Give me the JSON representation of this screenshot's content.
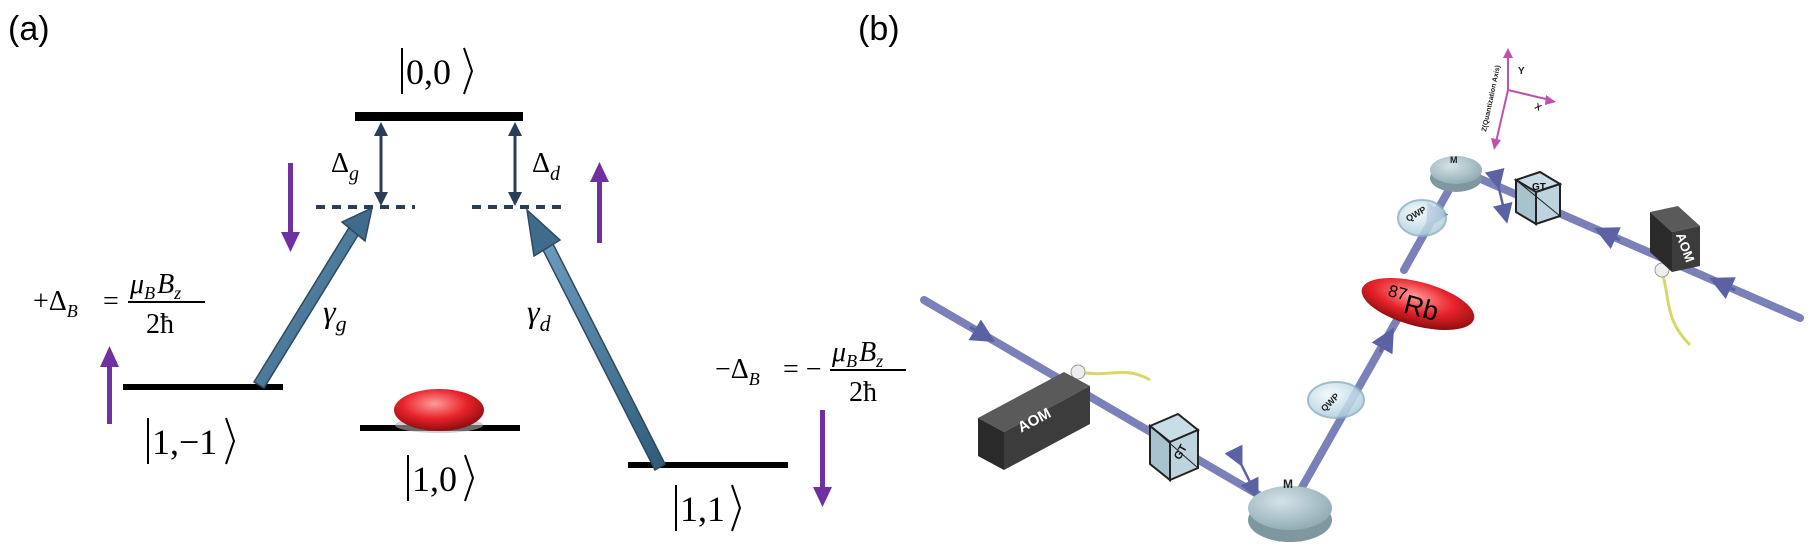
{
  "panel_a": {
    "label": "(a)",
    "states": {
      "top": "0,0",
      "left": "1,−1",
      "middle": "1,0",
      "right": "1,1"
    },
    "detunings": {
      "g_symbol": "Δ",
      "g_sub": "g",
      "d_symbol": "Δ",
      "d_sub": "d"
    },
    "rates": {
      "g_symbol": "γ",
      "g_sub": "g",
      "d_symbol": "γ",
      "d_sub": "d"
    },
    "zeeman_left": {
      "lhs": "+Δ",
      "lhs_sub": "B",
      "eq": "=",
      "num_mu": "μ",
      "num_mu_sub": "B",
      "num_B": "B",
      "num_B_sub": "z",
      "den": "2ħ"
    },
    "zeeman_right": {
      "lhs": "−Δ",
      "lhs_sub": "B",
      "eq": "= −",
      "num_mu": "μ",
      "num_mu_sub": "B",
      "num_B": "B",
      "num_B_sub": "z",
      "den": "2ħ"
    },
    "colors": {
      "level": "#000000",
      "arrow_blue": "#3f6b8c",
      "arrow_dark": "#2c3e55",
      "purple": "#7030a0",
      "atom": "#e8232a"
    }
  },
  "panel_b": {
    "label": "(b)",
    "aom_left": "AOM",
    "aom_right": "AOM",
    "gt_left": "GT",
    "gt_right": "GT",
    "qwp_lower": "QWP",
    "qwp_upper": "QWP",
    "mirror_lower": "M",
    "mirror_upper": "M",
    "atom_mass": "87",
    "atom_element": "Rb",
    "axis_y": "Y",
    "axis_x": "X",
    "axis_z": "Z(Quantization Axis)",
    "colors": {
      "beam": "#7b80b8",
      "box": "#3a3a3a",
      "glass": "#b9d6e4",
      "axes": "#c050b0",
      "atom": "#e8232a",
      "fiber": "#d8d86a"
    }
  }
}
